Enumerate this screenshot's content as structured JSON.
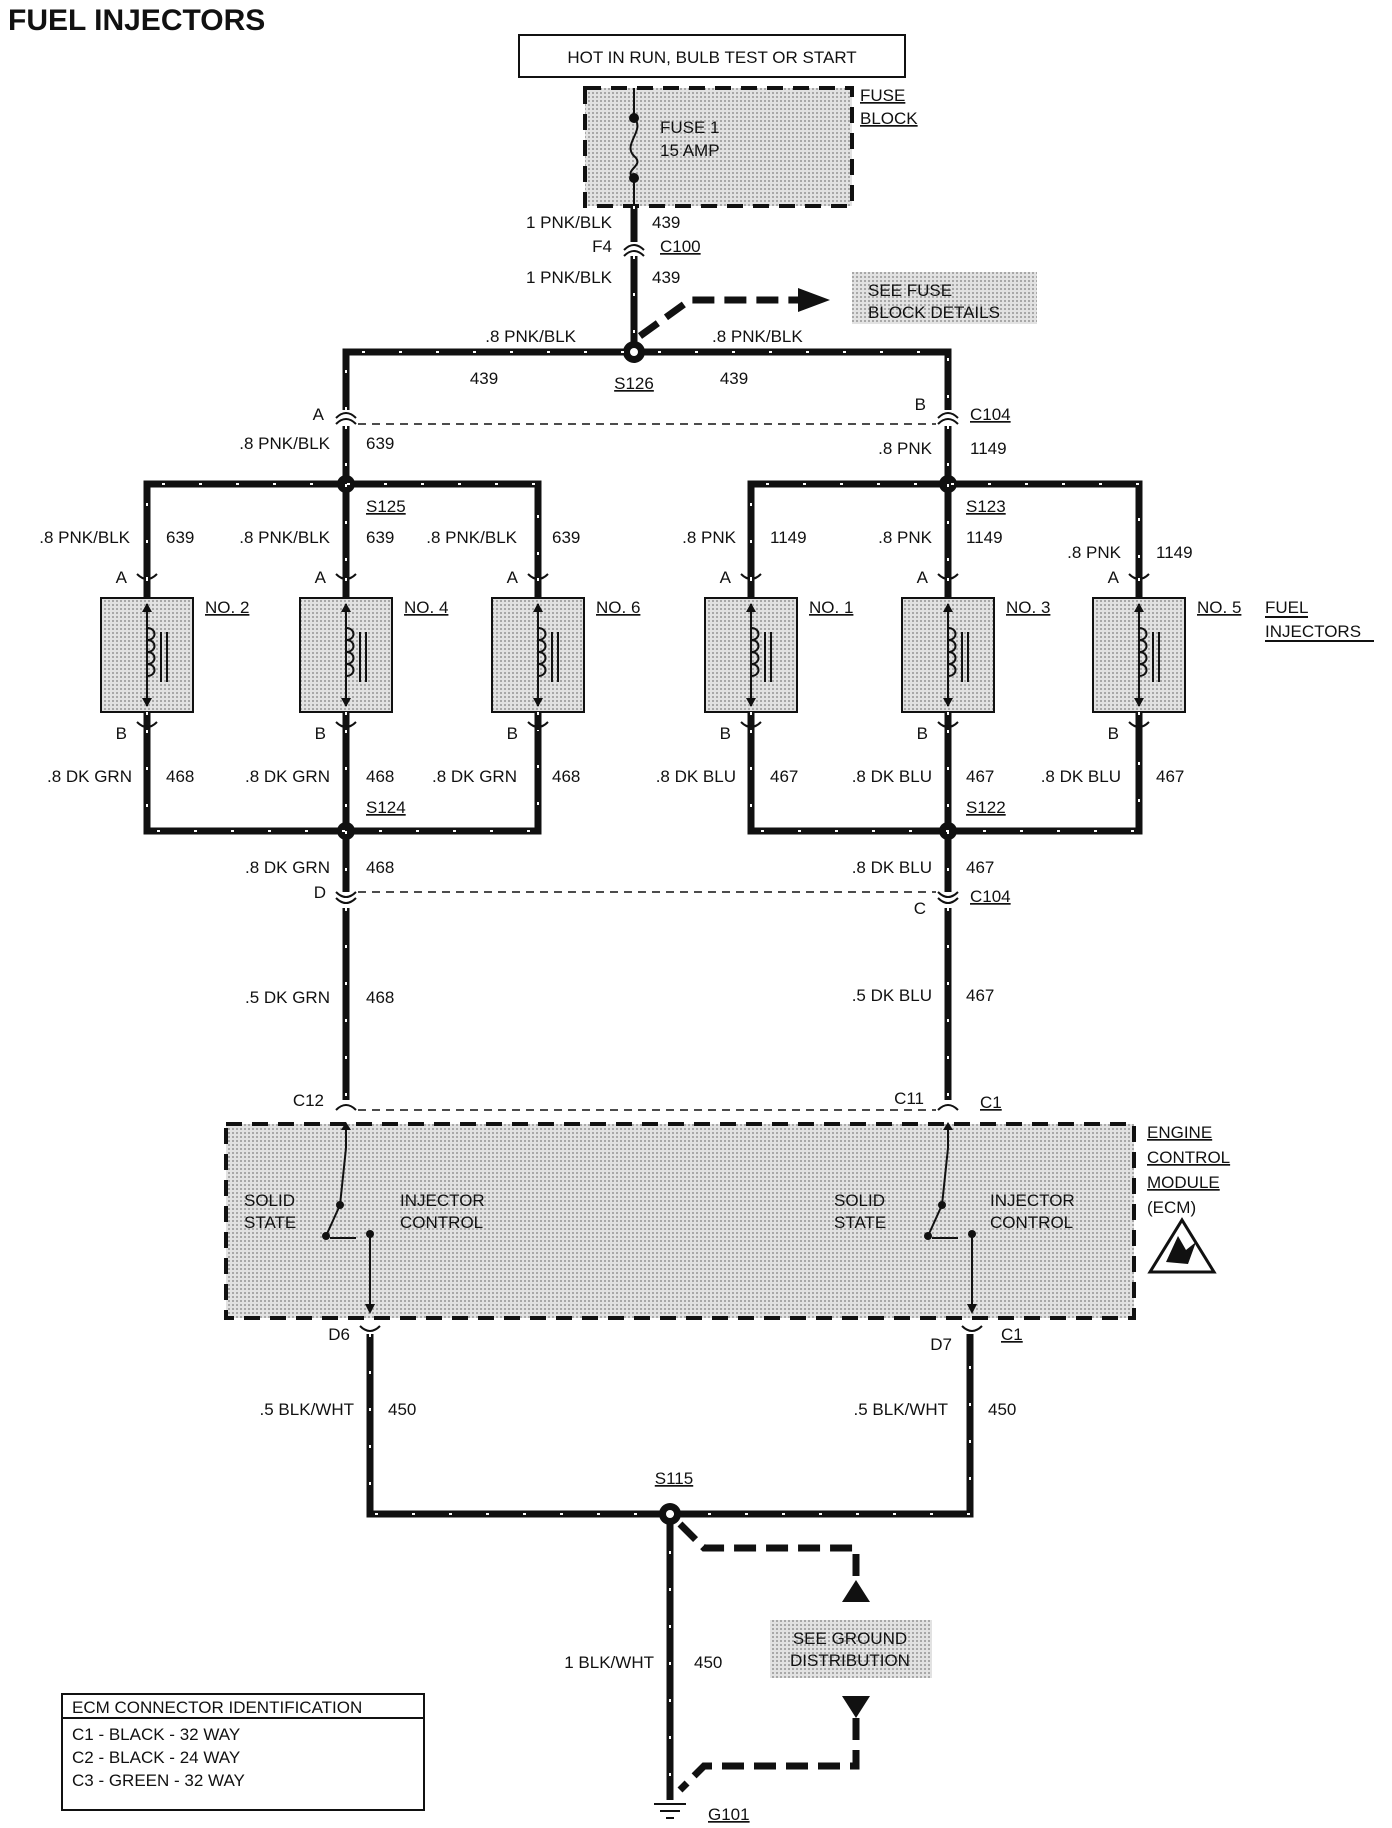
{
  "title": "FUEL INJECTORS",
  "power_source": "HOT IN RUN, BULB TEST OR START",
  "fuse_block": {
    "label_line1": "FUSE",
    "label_line2": "BLOCK",
    "fuse_line1": "FUSE 1",
    "fuse_line2": "15 AMP"
  },
  "feed": {
    "wire_upper": "1 PNK/BLK",
    "circuit_upper": "439",
    "connector_pin": "F4",
    "connector": "C100",
    "wire_lower": "1 PNK/BLK",
    "circuit_lower": "439",
    "see_fuse_line1": "SEE FUSE",
    "see_fuse_line2": "BLOCK DETAILS"
  },
  "splice_s126": {
    "name": "S126",
    "left_wire": ".8 PNK/BLK",
    "left_circuit": "439",
    "right_wire": ".8 PNK/BLK",
    "right_circuit": "439"
  },
  "c104_top": {
    "name": "C104",
    "pin_left": "A",
    "pin_right": "B",
    "left_wire": ".8 PNK/BLK",
    "left_circuit": "639",
    "right_wire": ".8 PNK",
    "right_circuit": "1149"
  },
  "splice_s125": "S125",
  "splice_s123": "S123",
  "injector_feeds": [
    {
      "wire": ".8 PNK/BLK",
      "circuit": "639"
    },
    {
      "wire": ".8 PNK/BLK",
      "circuit": "639"
    },
    {
      "wire": ".8 PNK/BLK",
      "circuit": "639"
    },
    {
      "wire": ".8 PNK",
      "circuit": "1149"
    },
    {
      "wire": ".8 PNK",
      "circuit": "1149"
    },
    {
      "wire": ".8 PNK",
      "circuit": "1149"
    }
  ],
  "injectors": [
    {
      "name": "NO. 2",
      "pin_a": "A",
      "pin_b": "B"
    },
    {
      "name": "NO. 4",
      "pin_a": "A",
      "pin_b": "B"
    },
    {
      "name": "NO. 6",
      "pin_a": "A",
      "pin_b": "B"
    },
    {
      "name": "NO. 1",
      "pin_a": "A",
      "pin_b": "B"
    },
    {
      "name": "NO. 3",
      "pin_a": "A",
      "pin_b": "B"
    },
    {
      "name": "NO. 5",
      "pin_a": "A",
      "pin_b": "B"
    }
  ],
  "injector_group_label_line1": "FUEL",
  "injector_group_label_line2": "INJECTORS",
  "injector_returns": [
    {
      "wire": ".8 DK GRN",
      "circuit": "468"
    },
    {
      "wire": ".8 DK GRN",
      "circuit": "468"
    },
    {
      "wire": ".8 DK GRN",
      "circuit": "468"
    },
    {
      "wire": ".8 DK BLU",
      "circuit": "467"
    },
    {
      "wire": ".8 DK BLU",
      "circuit": "467"
    },
    {
      "wire": ".8 DK BLU",
      "circuit": "467"
    }
  ],
  "splice_s124": "S124",
  "splice_s122": "S122",
  "c104_bottom": {
    "name": "C104",
    "pin_left": "D",
    "pin_right": "C",
    "left_wire_upper": ".8 DK GRN",
    "left_circuit_upper": "468",
    "right_wire_upper": ".8 DK BLU",
    "right_circuit_upper": "467",
    "left_wire_lower": ".5 DK GRN",
    "left_circuit_lower": "468",
    "right_wire_lower": ".5 DK BLU",
    "right_circuit_lower": "467"
  },
  "ecm": {
    "label_line1": "ENGINE",
    "label_line2": "CONTROL",
    "label_line3": "MODULE",
    "label_line4": "(ECM)",
    "pin_left_in": "C12",
    "pin_right_in": "C11",
    "connector_in": "C1",
    "solid_line1": "SOLID",
    "solid_line2": "STATE",
    "injector_line1": "INJECTOR",
    "injector_line2": "CONTROL",
    "pin_left_out": "D6",
    "pin_right_out": "D7",
    "connector_out": "C1"
  },
  "ground": {
    "left_wire": ".5 BLK/WHT",
    "left_circuit": "450",
    "right_wire": ".5 BLK/WHT",
    "right_circuit": "450",
    "splice": "S115",
    "main_wire": "1 BLK/WHT",
    "main_circuit": "450",
    "see_ground_line1": "SEE GROUND",
    "see_ground_line2": "DISTRIBUTION",
    "ground_point": "G101"
  },
  "ecm_connector_table": {
    "header": "ECM CONNECTOR IDENTIFICATION",
    "rows": [
      "C1 - BLACK - 32 WAY",
      "C2 - BLACK - 24 WAY",
      "C3 - GREEN - 32 WAY"
    ]
  }
}
